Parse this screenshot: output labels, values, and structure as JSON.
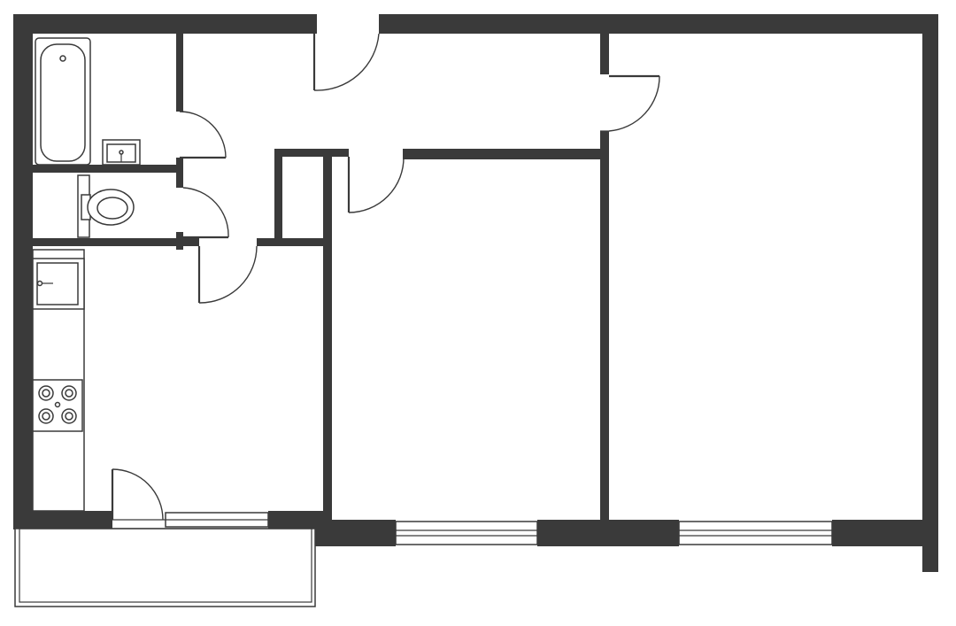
{
  "plan": {
    "wall_color": "#3a3a3a",
    "background": "#ffffff",
    "fixtures": [
      "bathtub",
      "bathroom-sink",
      "toilet",
      "kitchen-sink",
      "stove"
    ],
    "rooms": [
      "bathroom",
      "toilet-room",
      "hallway",
      "storage-closet",
      "kitchen",
      "bedroom",
      "living-room",
      "balcony"
    ]
  }
}
